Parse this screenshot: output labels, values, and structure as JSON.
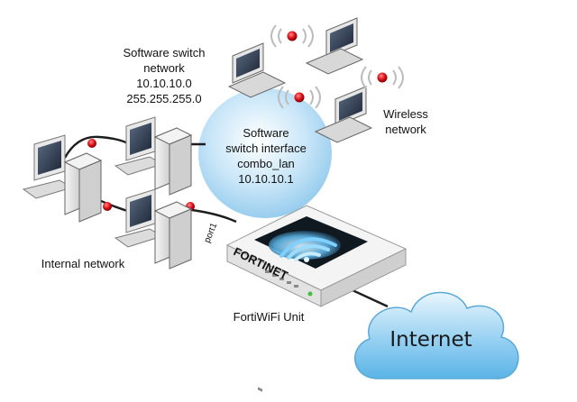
{
  "labels": {
    "switch_network": [
      "Software switch",
      "network",
      "10.10.10.0",
      "255.255.255.0"
    ],
    "switch_interface": [
      "Software",
      "switch interface",
      "combo_lan",
      "10.10.10.1"
    ],
    "wireless": [
      "Wireless",
      "network"
    ],
    "internal": "Internal network",
    "unit": "FortiWiFi Unit",
    "internet": "Internet",
    "port": "port1",
    "brand": "FORTINET"
  },
  "colors": {
    "bubble": "#a9d7f2",
    "cloud": "#74c2ee",
    "cable": "#1d1d1d",
    "node": "#e0121a",
    "signal": "#bcbcbc",
    "device": "#f2f2f2"
  },
  "icons": [
    "laptop-icon",
    "desktop-pc-icon",
    "server-tower-icon",
    "wifi-waves-icon",
    "fortiwifi-appliance-icon",
    "internet-cloud-icon"
  ]
}
